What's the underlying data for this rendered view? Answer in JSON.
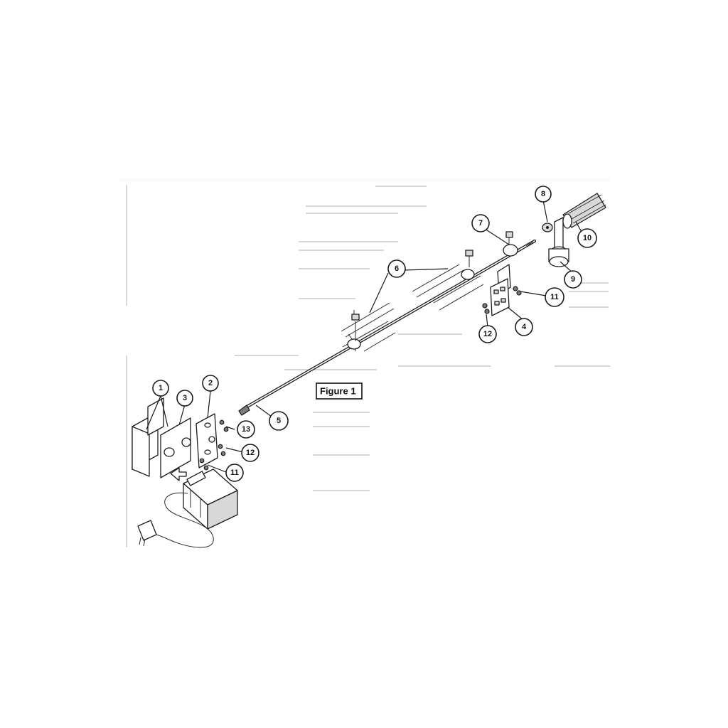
{
  "figure": {
    "label": "Figure 1"
  },
  "callouts": [
    "1",
    "2",
    "3",
    "4",
    "5",
    "6",
    "7",
    "8",
    "9",
    "10",
    "11",
    "11",
    "12",
    "12",
    "13"
  ],
  "colors": {
    "ink": "#1c1c1c",
    "paper": "#ffffff",
    "faded_text": "#c9c9c9"
  }
}
